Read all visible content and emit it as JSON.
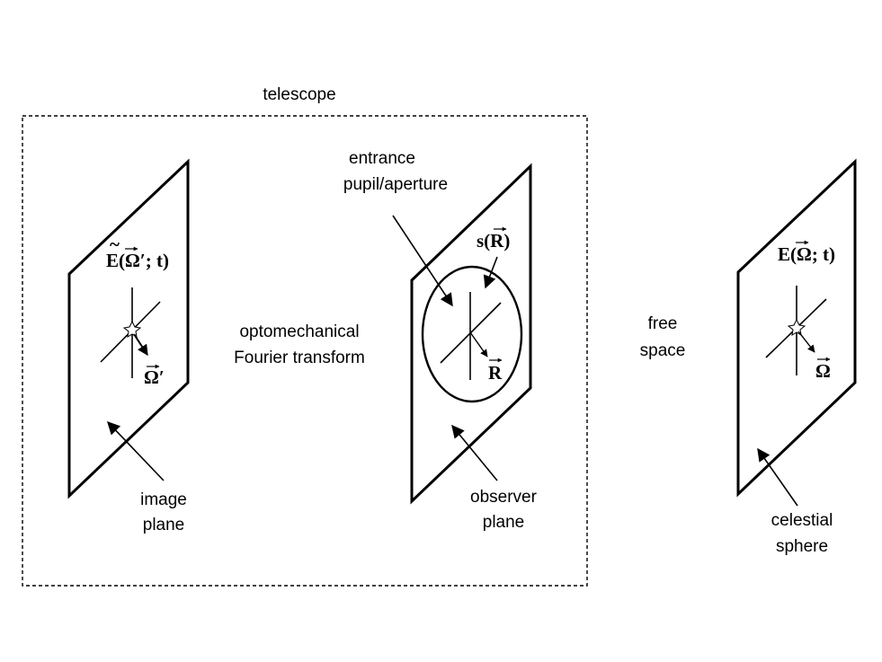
{
  "labels": {
    "telescope": "telescope",
    "entrance_line1": "entrance",
    "entrance_line2": "pupil/aperture",
    "optomech_line1": "optomechanical",
    "optomech_line2": "Fourier transform",
    "free_line1": "free",
    "free_line2": "space",
    "image_line1": "image",
    "image_line2": "plane",
    "observer_line1": "observer",
    "observer_line2": "plane",
    "celestial_line1": "celestial",
    "celestial_line2": "sphere"
  },
  "math": {
    "image_field": "E(Ω′; t)",
    "image_field_tilde": "~",
    "image_vector": "Ω′",
    "aperture_function": "s(R)",
    "observer_vector": "R",
    "sky_field": "E(Ω; t)",
    "sky_vector": "Ω"
  }
}
